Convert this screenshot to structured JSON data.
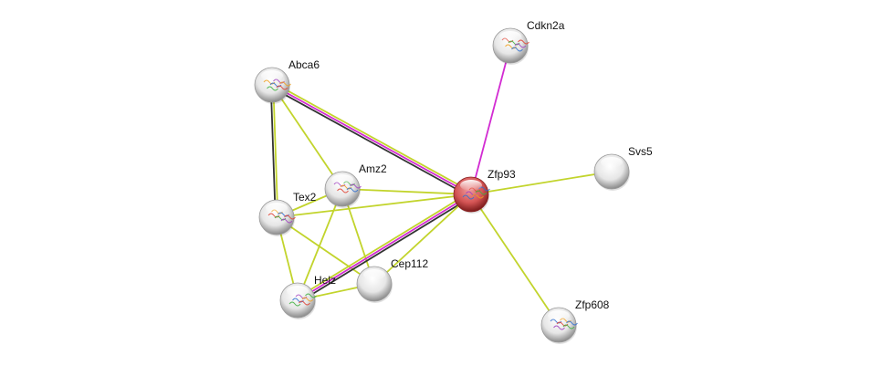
{
  "colors": {
    "textmining": "#c2d42c",
    "experiments": "#d22bd2",
    "coexpression": "#333333",
    "node_default": "#ffffff",
    "node_query": "#c83232"
  },
  "nodes": [
    {
      "id": "Cdkn2a",
      "label": "Cdkn2a",
      "query": false,
      "structure": true
    },
    {
      "id": "Abca6",
      "label": "Abca6",
      "query": false,
      "structure": true
    },
    {
      "id": "Svs5",
      "label": "Svs5",
      "query": false,
      "structure": false
    },
    {
      "id": "Zfp93",
      "label": "Zfp93",
      "query": true,
      "structure": true
    },
    {
      "id": "Amz2",
      "label": "Amz2",
      "query": false,
      "structure": true
    },
    {
      "id": "Tex2",
      "label": "Tex2",
      "query": false,
      "structure": true
    },
    {
      "id": "Cep112",
      "label": "Cep112",
      "query": false,
      "structure": false
    },
    {
      "id": "Helz",
      "label": "Helz",
      "query": false,
      "structure": true
    },
    {
      "id": "Zfp608",
      "label": "Zfp608",
      "query": false,
      "structure": true
    }
  ],
  "edges": [
    {
      "a": "Cdkn2a",
      "b": "Zfp93",
      "types": [
        "experiments"
      ]
    },
    {
      "a": "Abca6",
      "b": "Zfp93",
      "types": [
        "textmining",
        "experiments",
        "coexpression"
      ]
    },
    {
      "a": "Abca6",
      "b": "Tex2",
      "types": [
        "textmining",
        "coexpression"
      ]
    },
    {
      "a": "Abca6",
      "b": "Amz2",
      "types": [
        "textmining"
      ]
    },
    {
      "a": "Svs5",
      "b": "Zfp93",
      "types": [
        "textmining"
      ]
    },
    {
      "a": "Amz2",
      "b": "Zfp93",
      "types": [
        "textmining"
      ]
    },
    {
      "a": "Tex2",
      "b": "Zfp93",
      "types": [
        "textmining"
      ]
    },
    {
      "a": "Tex2",
      "b": "Amz2",
      "types": [
        "textmining"
      ]
    },
    {
      "a": "Amz2",
      "b": "Helz",
      "types": [
        "textmining"
      ]
    },
    {
      "a": "Amz2",
      "b": "Cep112",
      "types": [
        "textmining"
      ]
    },
    {
      "a": "Tex2",
      "b": "Helz",
      "types": [
        "textmining"
      ]
    },
    {
      "a": "Tex2",
      "b": "Cep112",
      "types": [
        "textmining"
      ]
    },
    {
      "a": "Helz",
      "b": "Zfp93",
      "types": [
        "textmining",
        "experiments",
        "coexpression"
      ]
    },
    {
      "a": "Helz",
      "b": "Cep112",
      "types": [
        "textmining"
      ]
    },
    {
      "a": "Cep112",
      "b": "Zfp93",
      "types": [
        "textmining"
      ]
    },
    {
      "a": "Zfp93",
      "b": "Zfp608",
      "types": [
        "textmining"
      ]
    }
  ]
}
